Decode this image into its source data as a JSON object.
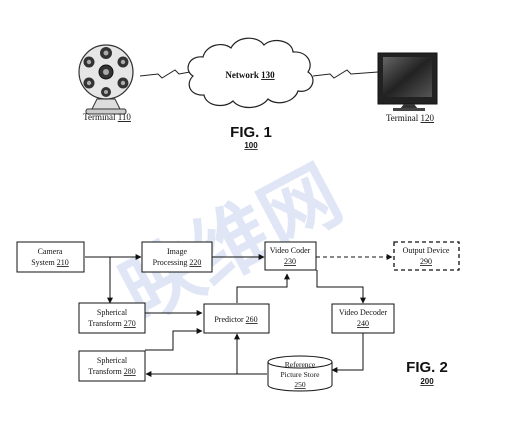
{
  "watermark": {
    "text": "映维网",
    "color": "#c7d3ee"
  },
  "fig1": {
    "title": "FIG. 1",
    "number": "100",
    "terminal_left": {
      "label": "Terminal",
      "ref": "110",
      "icon": "spherical-camera-icon"
    },
    "network": {
      "label": "Network",
      "ref": "130",
      "icon": "cloud-icon"
    },
    "terminal_right": {
      "label": "Terminal",
      "ref": "120",
      "icon": "monitor-icon"
    }
  },
  "fig2": {
    "title": "FIG. 2",
    "number": "200",
    "camera": {
      "line1": "Camera",
      "line2": "System",
      "ref": "210"
    },
    "image_processing": {
      "line1": "Image",
      "line2": "Processing",
      "ref": "220"
    },
    "video_coder": {
      "line1": "Video Coder",
      "ref": "230"
    },
    "output_device": {
      "line1": "Output Device",
      "ref": "290"
    },
    "spherical_270": {
      "line1": "Spherical",
      "line2": "Transform",
      "ref": "270"
    },
    "predictor": {
      "line1": "Predictor",
      "ref": "260"
    },
    "video_decoder": {
      "line1": "Video Decoder",
      "ref": "240"
    },
    "spherical_280": {
      "line1": "Spherical",
      "line2": "Transform",
      "ref": "280"
    },
    "reference_store": {
      "line1": "Reference",
      "line2": "Picture Store",
      "ref": "250"
    }
  }
}
